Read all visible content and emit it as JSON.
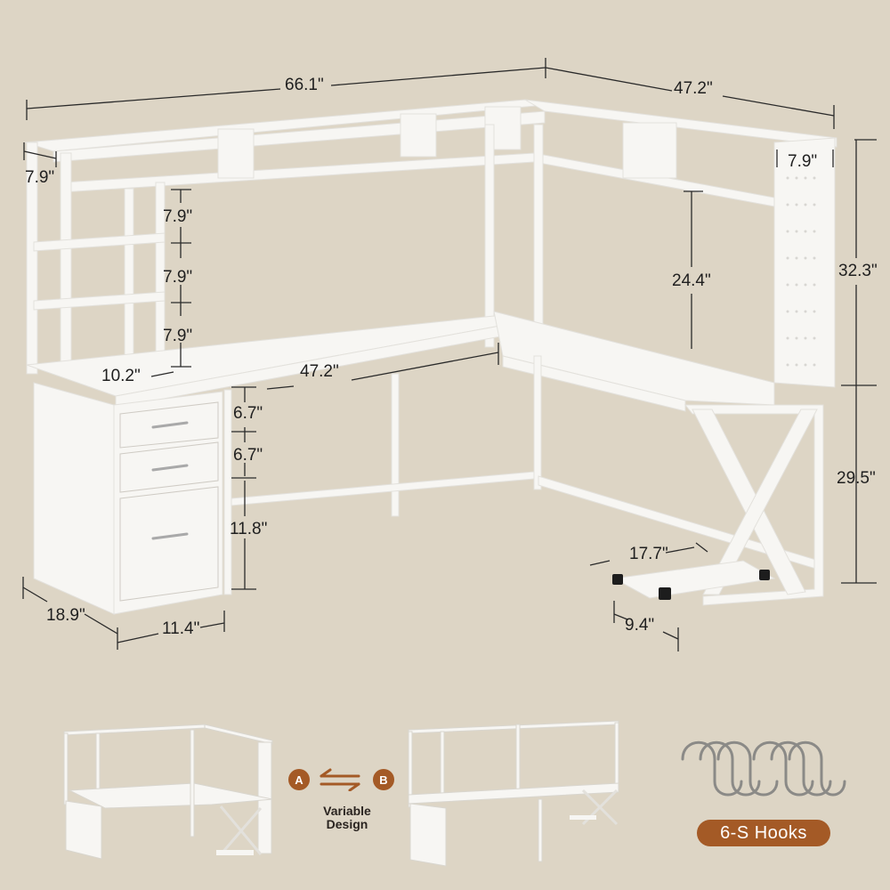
{
  "product": {
    "background_color": "#ddd5c5",
    "accent_color": "#a45a26",
    "main_view": {
      "dimensions": {
        "overall_width": "66.1\"",
        "return_length": "47.2\"",
        "hutch_side_depth": "7.9\"",
        "hutch_return_depth": "7.9\"",
        "total_height_upper": "32.3\"",
        "desk_height": "29.5\"",
        "shelf_gap_1": "7.9\"",
        "shelf_gap_2": "7.9\"",
        "shelf_gap_3": "7.9\"",
        "shelf_depth": "10.2\"",
        "desk_top_length": "47.2\"",
        "hutch_clearance": "24.4\"",
        "drawer_1_height": "6.7\"",
        "drawer_2_height": "6.7\"",
        "drawer_3_height": "11.8\"",
        "cabinet_depth": "18.9\"",
        "cabinet_width": "11.4\"",
        "cpu_stand_length": "17.7\"",
        "cpu_stand_width": "9.4\""
      }
    },
    "variable_design": {
      "option_a": "A",
      "option_b": "B",
      "label_line1": "Variable",
      "label_line2": "Design",
      "swap_icon": "swap-arrows-icon"
    },
    "accessory": {
      "icon": "s-hook-icon",
      "label": "6-S Hooks"
    }
  }
}
